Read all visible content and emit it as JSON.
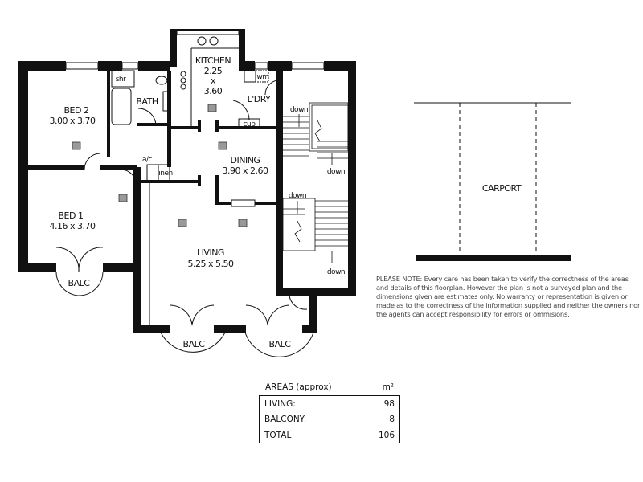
{
  "rooms": {
    "bed2": {
      "name": "BED 2",
      "dims": "3.00 x 3.70"
    },
    "bed1": {
      "name": "BED 1",
      "dims": "4.16 x 3.70"
    },
    "kitchen": {
      "name": "KITCHEN",
      "w": "2.25",
      "x": "x",
      "h": "3.60"
    },
    "bath": "BATH",
    "shr": "shr",
    "ldry": "L'DRY",
    "wm": "wm",
    "cub": "cub",
    "ac": "a/c",
    "linen": "linen",
    "dining": {
      "name": "DINING",
      "dims": "3.90 x 2.60"
    },
    "living": {
      "name": "LIVING",
      "dims": "5.25 x 5.50"
    },
    "balc": "BALC",
    "down": "down",
    "carport": "CARPORT"
  },
  "note": "PLEASE NOTE: Every care has been taken to verify the correctness of the areas and details of this floorplan. However the plan is not a surveyed plan and the dimensions given are estimates only. No warranty or representation is given or made as to the correctness of the information supplied and neither the owners nor the agents can accept responsibility for errors or ommisions.",
  "areas": {
    "title": "AREAS (approx)",
    "unit": "m²",
    "rows": [
      {
        "label": "LIVING:",
        "value": "98"
      },
      {
        "label": "BALCONY:",
        "value": "8"
      }
    ],
    "total": {
      "label": "TOTAL",
      "value": "106"
    }
  }
}
